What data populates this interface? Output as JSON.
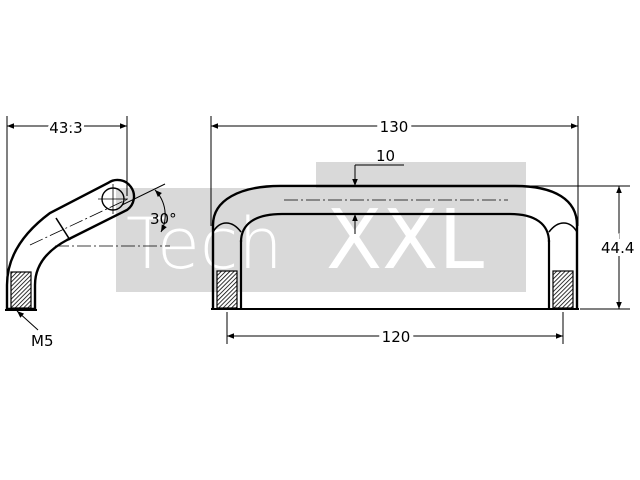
{
  "watermark": {
    "part1": "Tech",
    "part2": "XXL",
    "color": "#d9d9d9"
  },
  "dimensions": {
    "side_depth": "43.3",
    "angle": "30°",
    "thread": "M5",
    "overall_width": "130",
    "bar_diameter": "10",
    "height": "44.4",
    "center_distance": "120"
  }
}
